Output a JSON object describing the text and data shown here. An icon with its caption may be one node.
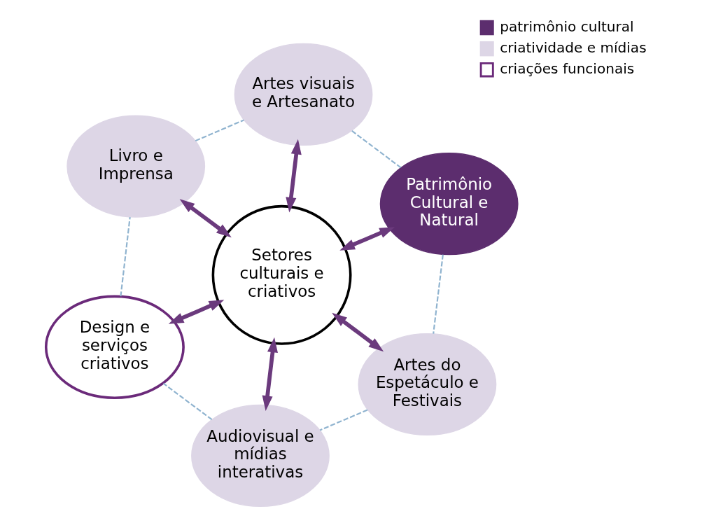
{
  "diagram": {
    "nodes": [
      {
        "text": [
          "Setores culturais e criativos"
        ]
      },
      {
        "text": [
          "Patrimônio Cultural e Natural"
        ]
      },
      {
        "text": [
          "Artes do Espetáculo e Festivais"
        ]
      },
      {
        "text": [
          "Artes visuais e Artesanato"
        ]
      },
      {
        "text": [
          "Audiovisual e mídias interativas"
        ]
      },
      {
        "text": [
          "Livro e Imprensa"
        ]
      },
      {
        "text": [
          "Design e serviços criativos"
        ]
      }
    ],
    "edges": [
      {
        "from": 1,
        "to": 0,
        "arrow": "both",
        "style": "thick"
      },
      {
        "from": 2,
        "to": 0,
        "arrow": "both",
        "style": "thick"
      },
      {
        "from": 3,
        "to": 0,
        "arrow": "both",
        "style": "thick"
      },
      {
        "from": 4,
        "to": 0,
        "arrow": "both",
        "style": "thick"
      },
      {
        "from": 5,
        "to": 0,
        "arrow": "both",
        "style": "thick"
      },
      {
        "from": 6,
        "to": 0,
        "arrow": "both",
        "style": "thick"
      },
      {
        "from": 1,
        "to": 2,
        "arrow": "none",
        "style": "dashed",
        "color": "#8fb3cf"
      },
      {
        "from": 2,
        "to": 4,
        "arrow": "none",
        "style": "dashed",
        "color": "#8fb3cf"
      },
      {
        "from": 4,
        "to": 6,
        "arrow": "none",
        "style": "dashed",
        "color": "#8fb3cf"
      },
      {
        "from": 6,
        "to": 5,
        "arrow": "none",
        "style": "dashed",
        "color": "#8fb3cf"
      },
      {
        "from": 5,
        "to": 3,
        "arrow": "none",
        "style": "dashed",
        "color": "#8fb3cf"
      },
      {
        "from": 3,
        "to": 1,
        "arrow": "none",
        "style": "dashed",
        "color": "#8fb3cf"
      }
    ],
    "legend": [
      {
        "text": "patrimônio cultural",
        "color": "#5c2d6e"
      },
      {
        "text": "criatividade e mídias",
        "color": "#ddd6e6"
      },
      {
        "text": "criações funcionais"
      }
    ]
  }
}
